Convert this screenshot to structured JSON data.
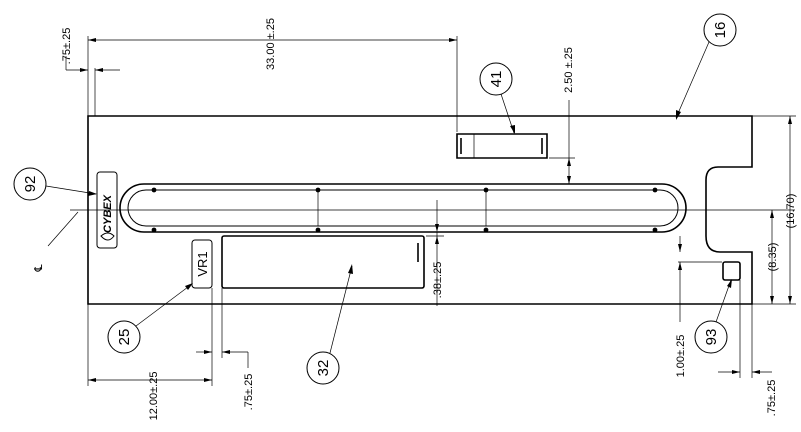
{
  "dimensions": {
    "top_overall": "33.00 ±.25",
    "top_left_edge": ".75±.25",
    "slot_offset": "2.50 ±.25",
    "overall_height": "(16.70)",
    "half_height": "(8.35)",
    "label_gap": ".38±.25",
    "bottom_left": "12.00±.25",
    "bottom_label_edge": ".75±.25",
    "notch_depth": "1.00±.25",
    "right_edge": ".75±.25"
  },
  "callouts": {
    "c16": "16",
    "c41": "41",
    "c92": "92",
    "c25": "25",
    "c32": "32",
    "c93": "93"
  },
  "marks": {
    "centerline": "℄",
    "logo_text": "CYBEX",
    "vr_text": "VR1"
  }
}
